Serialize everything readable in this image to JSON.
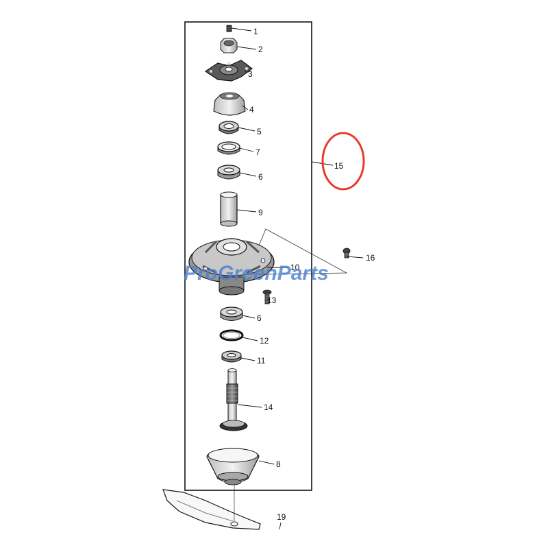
{
  "parts": [
    {
      "callout": "1",
      "name": "set-screw"
    },
    {
      "callout": "2",
      "name": "nut"
    },
    {
      "callout": "3",
      "name": "pulley-hub"
    },
    {
      "callout": "4",
      "name": "dust-cover"
    },
    {
      "callout": "5",
      "name": "upper-bearing"
    },
    {
      "callout": "7",
      "name": "seal"
    },
    {
      "callout": "6",
      "name": "upper-bearing-cup"
    },
    {
      "callout": "9",
      "name": "spacer-tube"
    },
    {
      "callout": "10",
      "name": "spindle-housing"
    },
    {
      "callout": "16",
      "name": "grease-fitting"
    },
    {
      "callout": "13",
      "name": "mounting-bolt"
    },
    {
      "callout": "6",
      "name": "lower-bearing-cup"
    },
    {
      "callout": "12",
      "name": "snap-ring"
    },
    {
      "callout": "11",
      "name": "lower-bearing"
    },
    {
      "callout": "14",
      "name": "spindle-shaft"
    },
    {
      "callout": "8",
      "name": "blade-adapter"
    },
    {
      "callout": "19",
      "name": "mower-blade"
    }
  ],
  "assembly_callout": "15",
  "watermark": {
    "text": "ProGreenParts",
    "color": "#4a7fd0"
  },
  "highlight_color": "#e8392e"
}
